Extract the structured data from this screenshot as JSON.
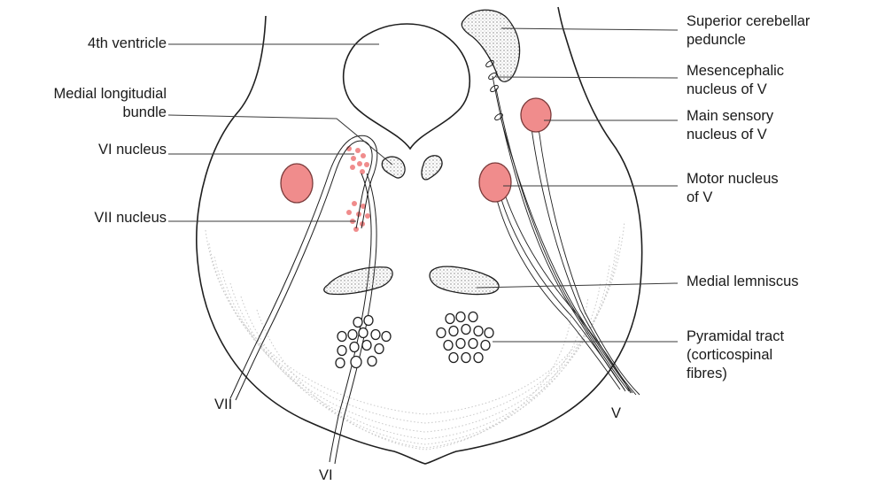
{
  "labels": {
    "fourth_ventricle": "4th ventricle",
    "mlf_line1": "Medial longitudial",
    "mlf_line2": "bundle",
    "vi_nucleus": "VI nucleus",
    "vii_nucleus": "VII nucleus",
    "sup_cereb_line1": "Superior cerebellar",
    "sup_cereb_line2": "peduncle",
    "mesenc_line1": "Mesencephalic",
    "mesenc_line2": "nucleus of V",
    "main_sens_line1": "Main sensory",
    "main_sens_line2": "nucleus of V",
    "motor_line1": "Motor nucleus",
    "motor_line2": "of V",
    "medial_lemniscus": "Medial lemniscus",
    "pyramidal_line1": "Pyramidal tract",
    "pyramidal_line2": "(corticospinal",
    "pyramidal_line3": "fibres)",
    "nerve_vii": "VII",
    "nerve_vi": "VI",
    "nerve_v": "V"
  },
  "colors": {
    "nucleus_fill": "#f08c8c",
    "nucleus_stroke": "#9a4040",
    "stipple": "#d8d8d8",
    "outline": "#1f1f1f",
    "leader": "#3a3a3a"
  }
}
